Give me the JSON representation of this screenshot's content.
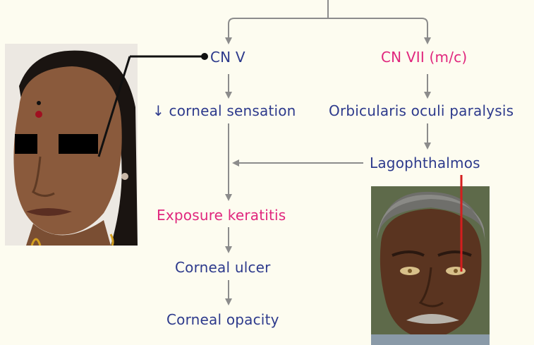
{
  "diagram": {
    "nodes": {
      "cn_v": "CN V",
      "cn_vii": "CN VII (m/c)",
      "corneal_sensation": "↓ corneal sensation",
      "orbicularis": "Orbicularis oculi paralysis",
      "lagophthalmos": "Lagophthalmos",
      "exposure_keratitis": "Exposure keratitis",
      "corneal_ulcer": "Corneal ulcer",
      "corneal_opacity": "Corneal opacity"
    },
    "colors": {
      "text_blue": "#2d3a8c",
      "text_pink": "#e0267d",
      "arrow_gray": "#8c8c8c",
      "pointer_black": "#111111",
      "pointer_red": "#d41e1e",
      "background": "#fdfcf0"
    }
  },
  "photos": {
    "left": {
      "subject": "woman face with eyes masked by black bars"
    },
    "right": {
      "subject": "man face showing lagophthalmos"
    }
  }
}
